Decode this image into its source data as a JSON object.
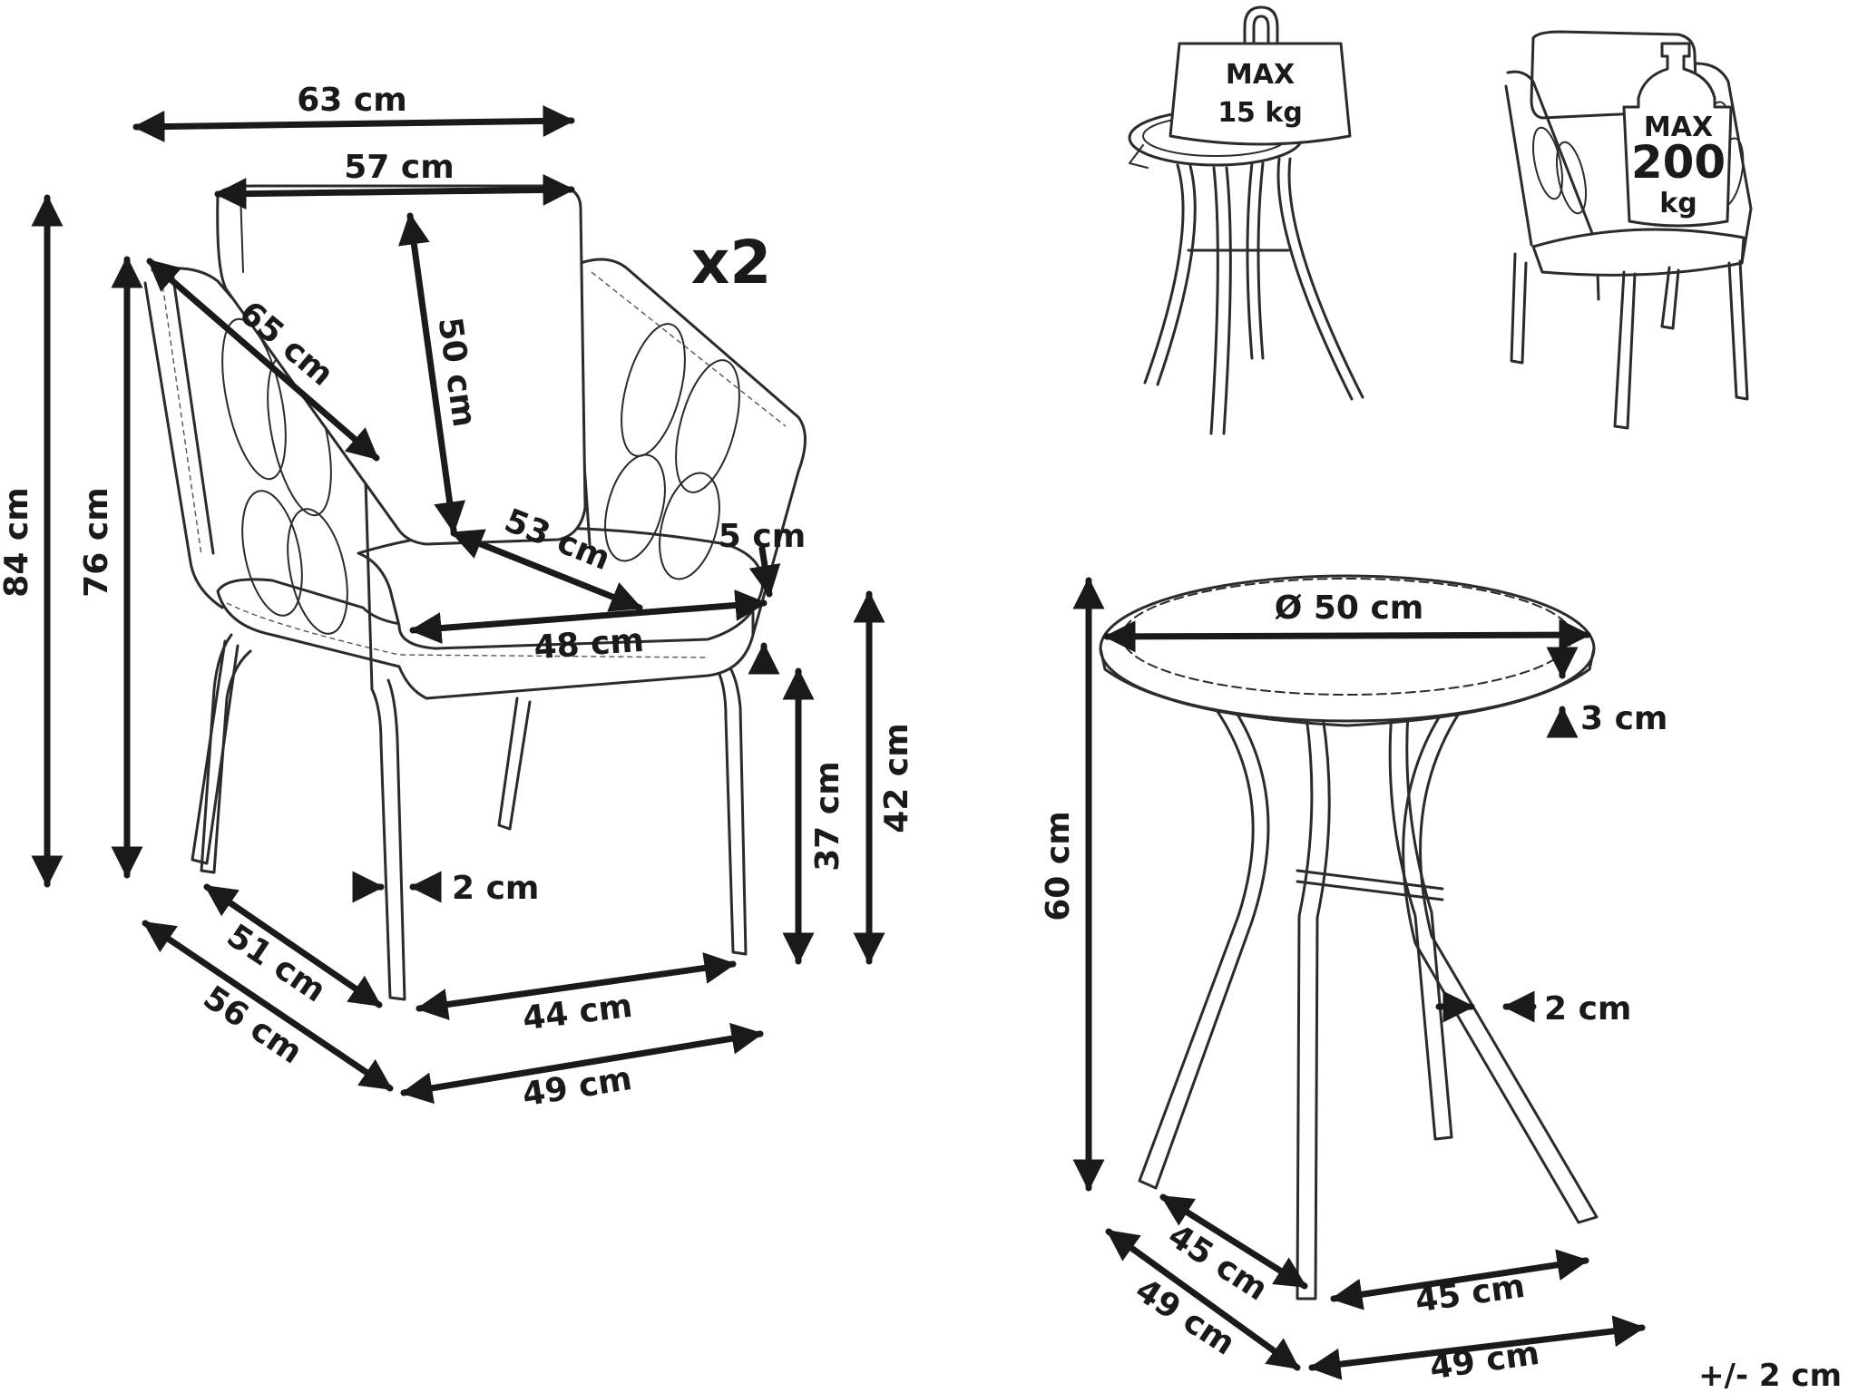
{
  "chair": {
    "quantity": "x2",
    "dims": {
      "width_top": "63 cm",
      "cushion_width": "57 cm",
      "height_total": "84 cm",
      "height_arm": "76 cm",
      "arm_diag": "65 cm",
      "back_cushion": "50 cm",
      "seat_diag": "53 cm",
      "seat_thickness": "5 cm",
      "seat_width": "48 cm",
      "seat_height": "37 cm",
      "seat_top_height": "42 cm",
      "leg": "2 cm",
      "depth_legs": "51 cm",
      "depth_total": "56 cm",
      "width_legs": "44 cm",
      "width_total": "49 cm"
    }
  },
  "small_table": {
    "max_label": "MAX",
    "max_value": "15 kg"
  },
  "small_chair": {
    "max_label": "MAX",
    "max_value": "200",
    "max_unit": "kg"
  },
  "table": {
    "dims": {
      "diameter": "Ø 50 cm",
      "top_thickness": "3 cm",
      "height": "60 cm",
      "leg": "2 cm",
      "depth_legs": "45 cm",
      "width_legs": "45 cm",
      "depth_total": "49 cm",
      "width_total": "49 cm"
    }
  },
  "tolerance": "+/- 2 cm"
}
